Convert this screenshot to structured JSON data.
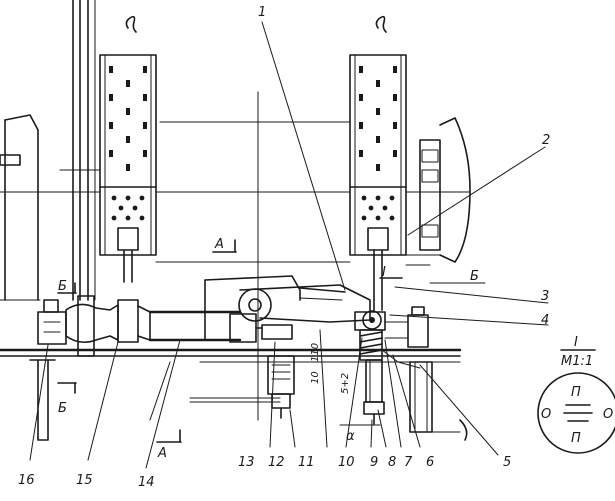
{
  "callouts": [
    "1",
    "2",
    "3",
    "4",
    "5",
    "6",
    "7",
    "8",
    "9",
    "10",
    "11",
    "12",
    "13",
    "14",
    "15",
    "16"
  ],
  "section_marks": {
    "a_top": "A",
    "a_bottom": "A",
    "b_top": "Б",
    "b_bottom": "Б",
    "b_right": "Б",
    "roman": "I",
    "alpha": "α"
  },
  "dimensions": {
    "d1": "110",
    "d2": "10",
    "d3": "5+2"
  },
  "detail_view": {
    "title": "I",
    "scale": "M1:1",
    "top_letter": "П",
    "bottom_letter": "П",
    "left_letter": "О",
    "right_letter": "О"
  }
}
